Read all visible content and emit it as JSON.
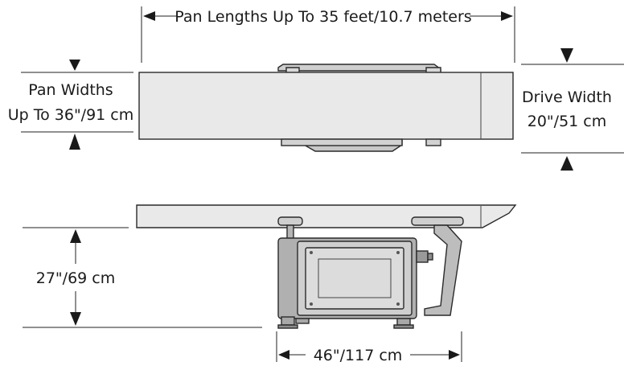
{
  "colors": {
    "pan_fill": "#e9e9e9",
    "pan_edge": "#2a2a2a",
    "drive_fill": "#bdbdbd",
    "drive_dark": "#8c8c8c",
    "panel_fill": "#dcdcdc",
    "line": "#222222"
  },
  "dimensions": {
    "pan_length": "Pan Lengths Up To 35 feet/10.7 meters",
    "pan_width_line1": "Pan Widths",
    "pan_width_line2": "Up To 36\"/91 cm",
    "drive_width_line1": "Drive Width",
    "drive_width_line2": "20\"/51 cm",
    "height": "27\"/69 cm",
    "base_width": "46\"/117 cm"
  }
}
